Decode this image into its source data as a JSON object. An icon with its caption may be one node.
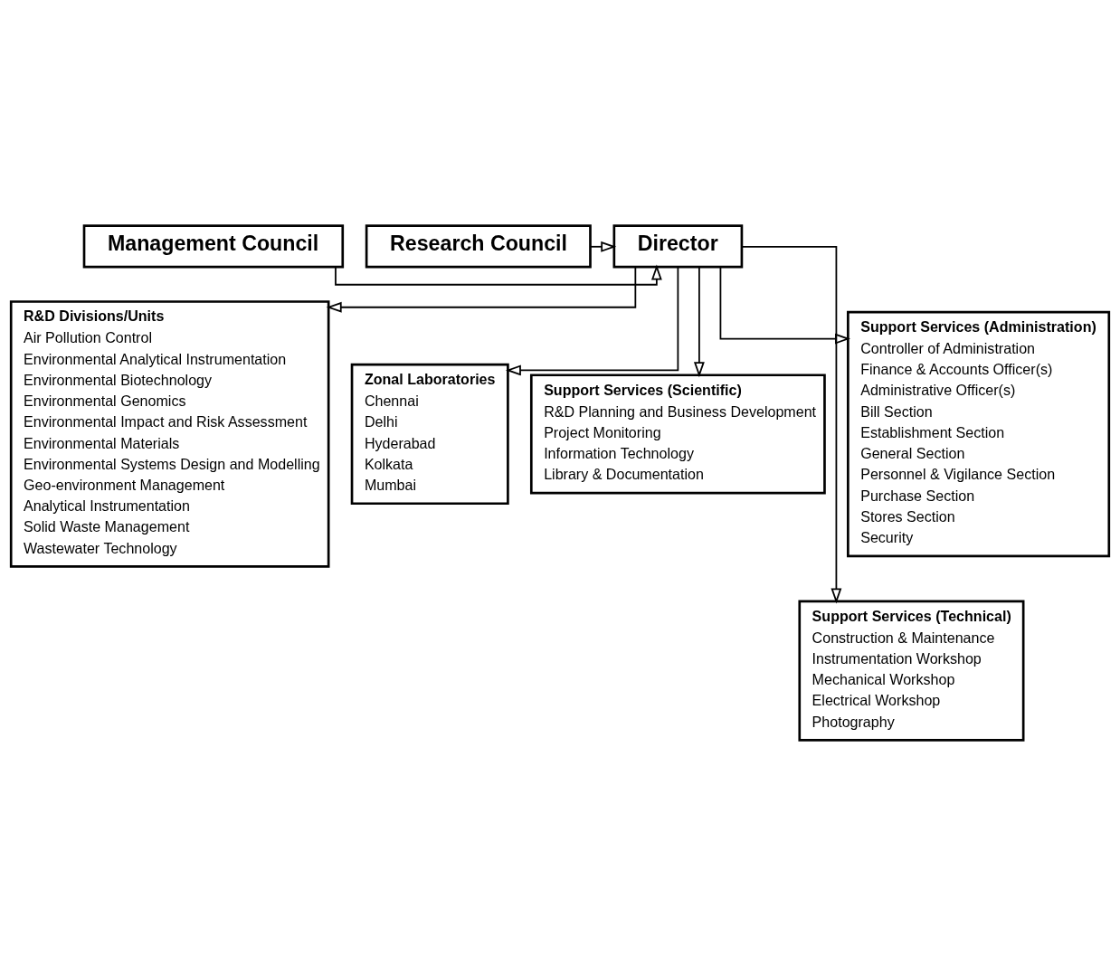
{
  "diagram": {
    "nodes": [
      {
        "text": [
          "Management Council"
        ]
      },
      {
        "text": [
          "Director"
        ]
      },
      {
        "text": [
          "Research Council"
        ]
      },
      {
        "text": [
          "R&D Divisions/Units",
          "Air Pollution Control",
          "Environmental Analytical Instrumentation",
          "Environmental Biotechnology",
          "Environmental Genomics",
          "Environmental Impact and Risk Assessment",
          "Environmental Materials",
          "Environmental Systems Design and Modelling",
          "Geo-environment Management",
          "Analytical Instrumentation",
          "Solid Waste Management",
          "Wastewater Technology"
        ]
      },
      {
        "text": [
          "Zonal Laboratories",
          "Chennai",
          "Delhi",
          "Hyderabad",
          "Kolkata",
          "Mumbai"
        ]
      },
      {
        "text": [
          "Support Services (Scientific)",
          "R&D Planning and Business Development",
          "Project Monitoring",
          "Information Technology",
          "Library & Documentation"
        ]
      },
      {
        "text": [
          "Support Services (Administration)",
          "Controller of Administration",
          "Finance & Accounts Officer(s)",
          "Administrative Officer(s)",
          "Bill Section",
          "Establishment Section",
          "General Section",
          "Personnel & Vigilance Section",
          "Purchase Section",
          "Stores Section",
          "Security"
        ]
      },
      {
        "text": [
          "Support Services (Technical)",
          "Construction & Maintenance",
          "Instrumentation Workshop",
          "Mechanical Workshop",
          "Electrical Workshop",
          "Photography"
        ]
      }
    ],
    "edges": [
      {
        "from": 0,
        "to": 1,
        "arrow": "to"
      },
      {
        "from": 2,
        "to": 1,
        "arrow": "to"
      },
      {
        "from": 1,
        "to": 3,
        "arrow": "to"
      },
      {
        "from": 1,
        "to": 4,
        "arrow": "to"
      },
      {
        "from": 1,
        "to": 5,
        "arrow": "to"
      },
      {
        "from": 1,
        "to": 7,
        "arrow": "to"
      },
      {
        "from": 1,
        "to": 6,
        "arrow": "to"
      }
    ]
  }
}
